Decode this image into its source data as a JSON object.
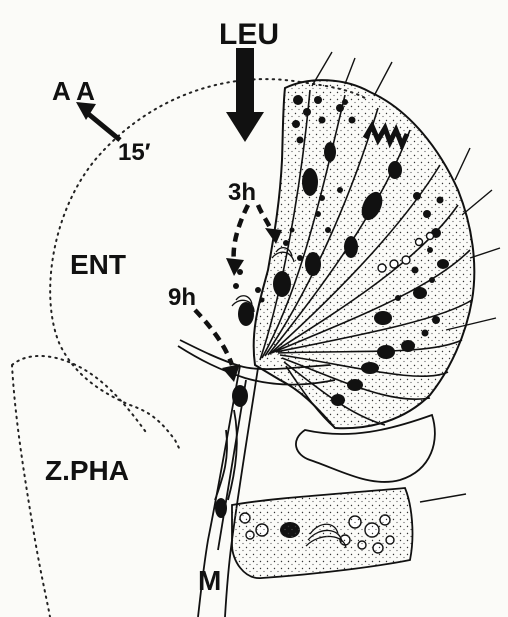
{
  "labels": {
    "leu": "LEU",
    "aa": "A A",
    "fifteen": "15′",
    "ent": "ENT",
    "three_h": "3h",
    "nine_h": "9h",
    "zpha": "Z.PHA",
    "m": "M"
  },
  "colors": {
    "ink": "#111111",
    "paper": "#fbfbf8"
  }
}
